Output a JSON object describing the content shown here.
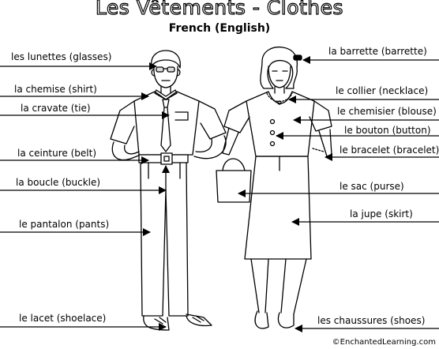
{
  "title": "Les Vêtements - Clothes",
  "subtitle": "French (English)",
  "labels": {
    "lunettes": "les lunettes (glasses)",
    "chemise": "la chemise (shirt)",
    "cravate": "la cravate (tie)",
    "ceinture": "la ceinture (belt)",
    "boucle": "la boucle (buckle)",
    "pantalon": "le pantalon (pants)",
    "lacet": "le lacet (shoelace)",
    "barrette": "la barrette (barrette)",
    "collier": "le collier (necklace)",
    "chemisier": "le chemisier (blouse)",
    "bouton": "le bouton (button)",
    "bracelet": "le bracelet (bracelet)",
    "sac": "le sac (purse)",
    "jupe": "la jupe (skirt)",
    "chaussures": "les chaussures (shoes)"
  },
  "credit": "©EnchantedLearning.com"
}
